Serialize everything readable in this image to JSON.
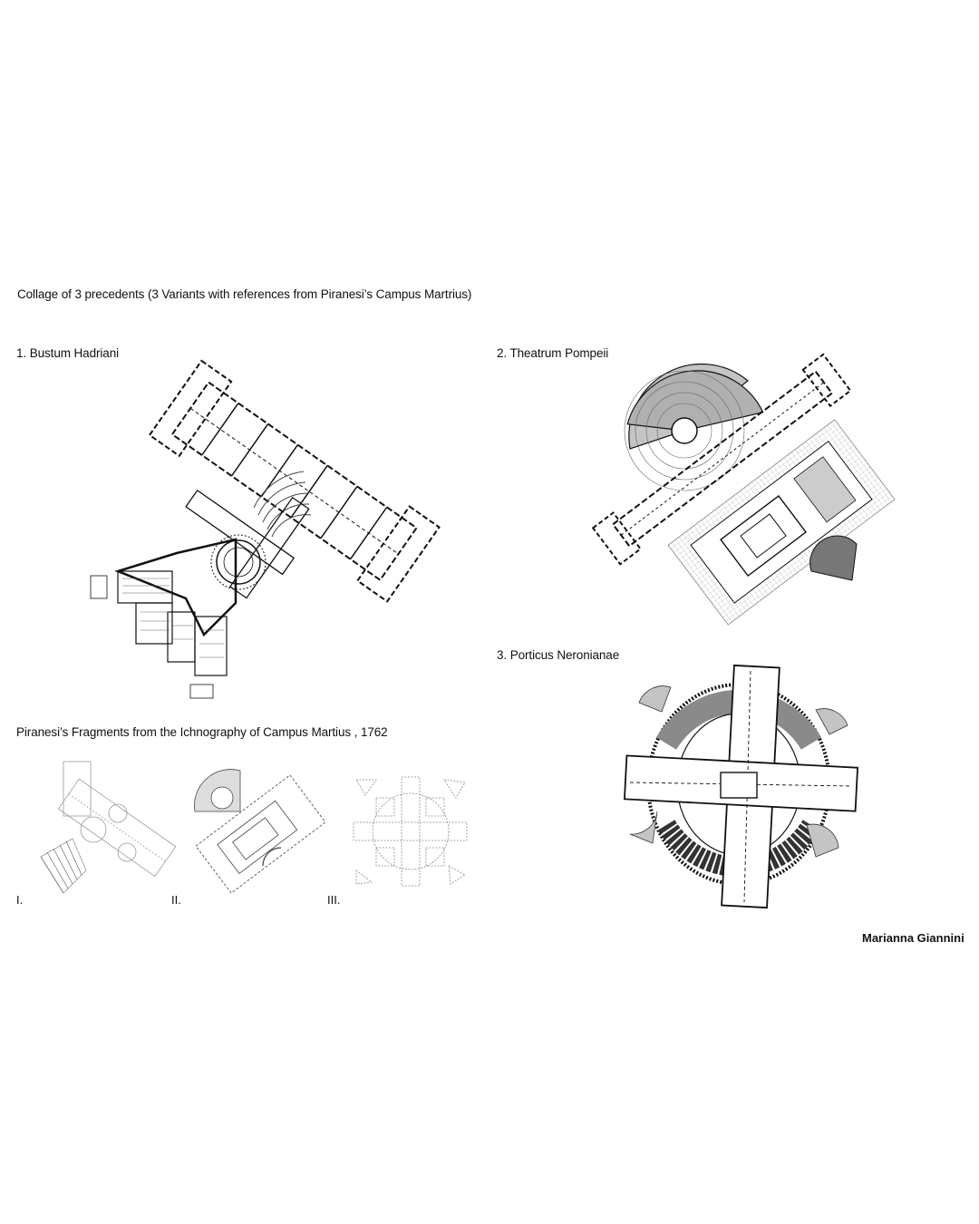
{
  "page_title": "Collage of 3 precedents (3 Variants with references from Piranesi’s Campus Martrius)",
  "precedents": [
    {
      "label": "1. Bustum Hadriani",
      "icon": "bustum-hadriani-plan"
    },
    {
      "label": "2. Theatrum Pompeii",
      "icon": "theatrum-pompeii-plan"
    },
    {
      "label": "3. Porticus Neronianae",
      "icon": "porticus-neronianae-plan"
    }
  ],
  "fragments": {
    "title": "Piranesi’s Fragments from the Ichnography of Campus Martius , 1762",
    "items": [
      {
        "numeral": "I.",
        "icon": "fragment-i-plan"
      },
      {
        "numeral": "II.",
        "icon": "fragment-ii-plan"
      },
      {
        "numeral": "III.",
        "icon": "fragment-iii-plan"
      }
    ]
  },
  "author": "Marianna Giannini",
  "colors": {
    "ink": "#111111",
    "light_ink": "#8a8a8a",
    "fill_grey": "#b9b9b9",
    "dark_fill": "#4a4a4a"
  }
}
